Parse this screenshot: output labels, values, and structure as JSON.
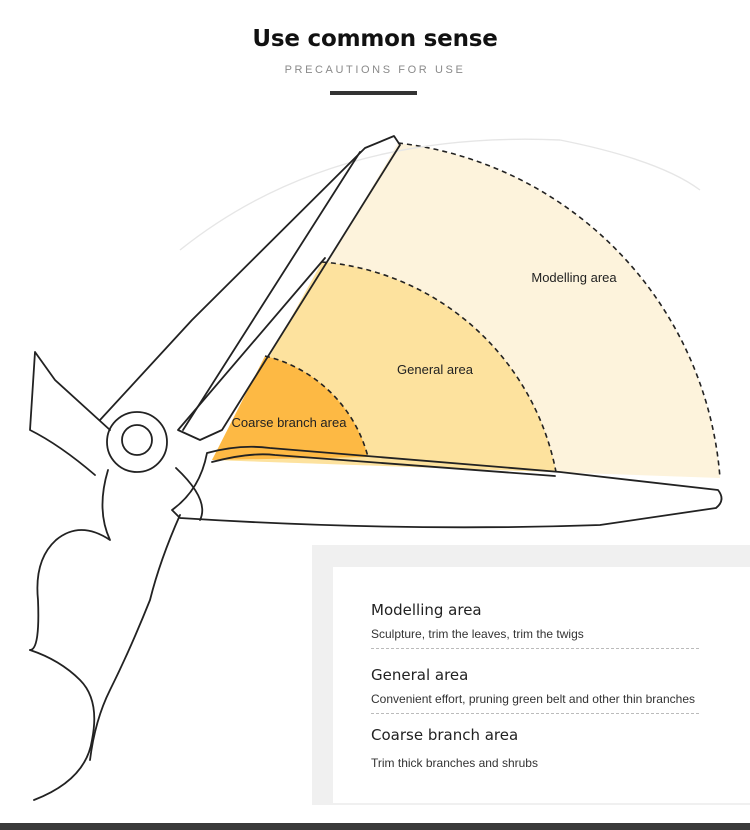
{
  "header": {
    "title": "Use common sense",
    "subtitle": "PRECAUTIONS FOR USE"
  },
  "diagram": {
    "zones": [
      {
        "label": "Modelling area",
        "color": "#fdf3dc"
      },
      {
        "label": "General area",
        "color": "#fde29e"
      },
      {
        "label": "Coarse branch area",
        "color": "#fdb944"
      }
    ]
  },
  "info": {
    "items": [
      {
        "title": "Modelling area",
        "desc": "Sculpture, trim the leaves, trim the twigs"
      },
      {
        "title": "General area",
        "desc": "Convenient effort, pruning green belt and other thin branches"
      },
      {
        "title": "Coarse branch area",
        "desc": "Trim thick branches and shrubs"
      }
    ]
  },
  "colors": {
    "accent_bar": "#333333",
    "outline": "#222222"
  }
}
